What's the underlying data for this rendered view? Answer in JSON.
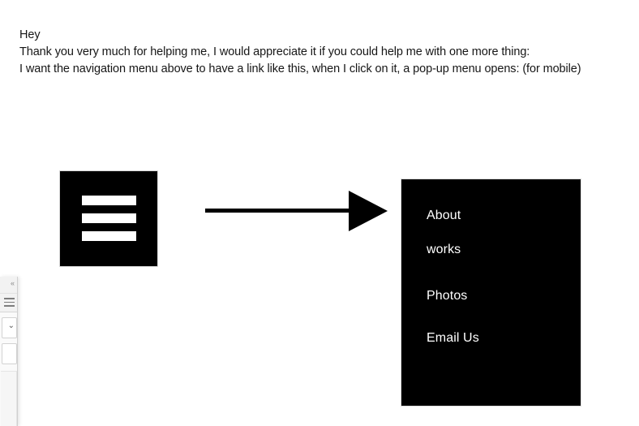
{
  "message": {
    "lines": [
      "Hey",
      "Thank you very much for helping me, I would appreciate it if you could help me with one more thing:",
      "I want the navigation menu above to have a link like this, when I click on it, a pop-up menu opens: (for mobile)"
    ]
  },
  "hamburger_button": {
    "name": "hamburger-menu-icon",
    "bar_count": 3,
    "background_color": "#000000",
    "bar_color": "#ffffff"
  },
  "arrow": {
    "name": "flow-arrow",
    "direction": "right",
    "color": "#000000"
  },
  "popup_menu": {
    "background_color": "#000000",
    "text_color": "#ffffff",
    "items": [
      {
        "label": "About"
      },
      {
        "label": "works"
      },
      {
        "label": "Photos"
      },
      {
        "label": "Email Us"
      }
    ]
  },
  "side_panel": {
    "collapse_icon": "«",
    "menu_icon": "menu-lines-icon",
    "select_chevron": "⌄"
  }
}
